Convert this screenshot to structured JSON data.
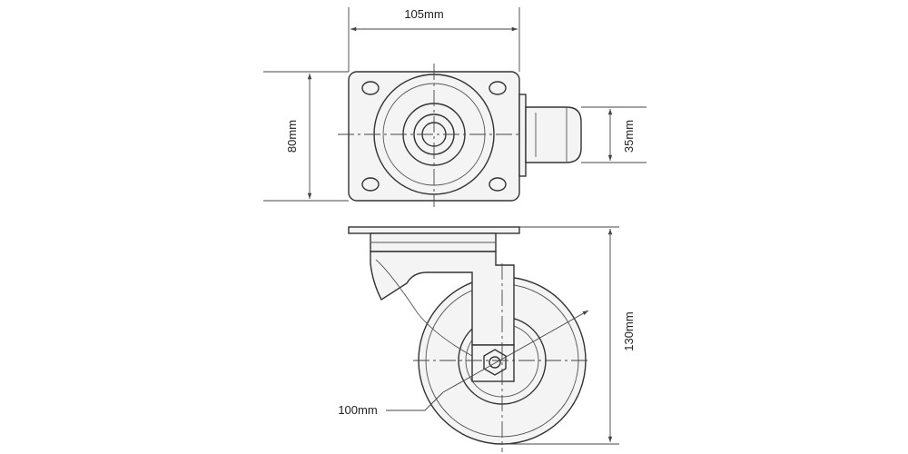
{
  "dimensions": {
    "plate_width": "105mm",
    "plate_height": "80mm",
    "wheel_width": "35mm",
    "total_height": "130mm",
    "wheel_diameter": "100mm"
  }
}
